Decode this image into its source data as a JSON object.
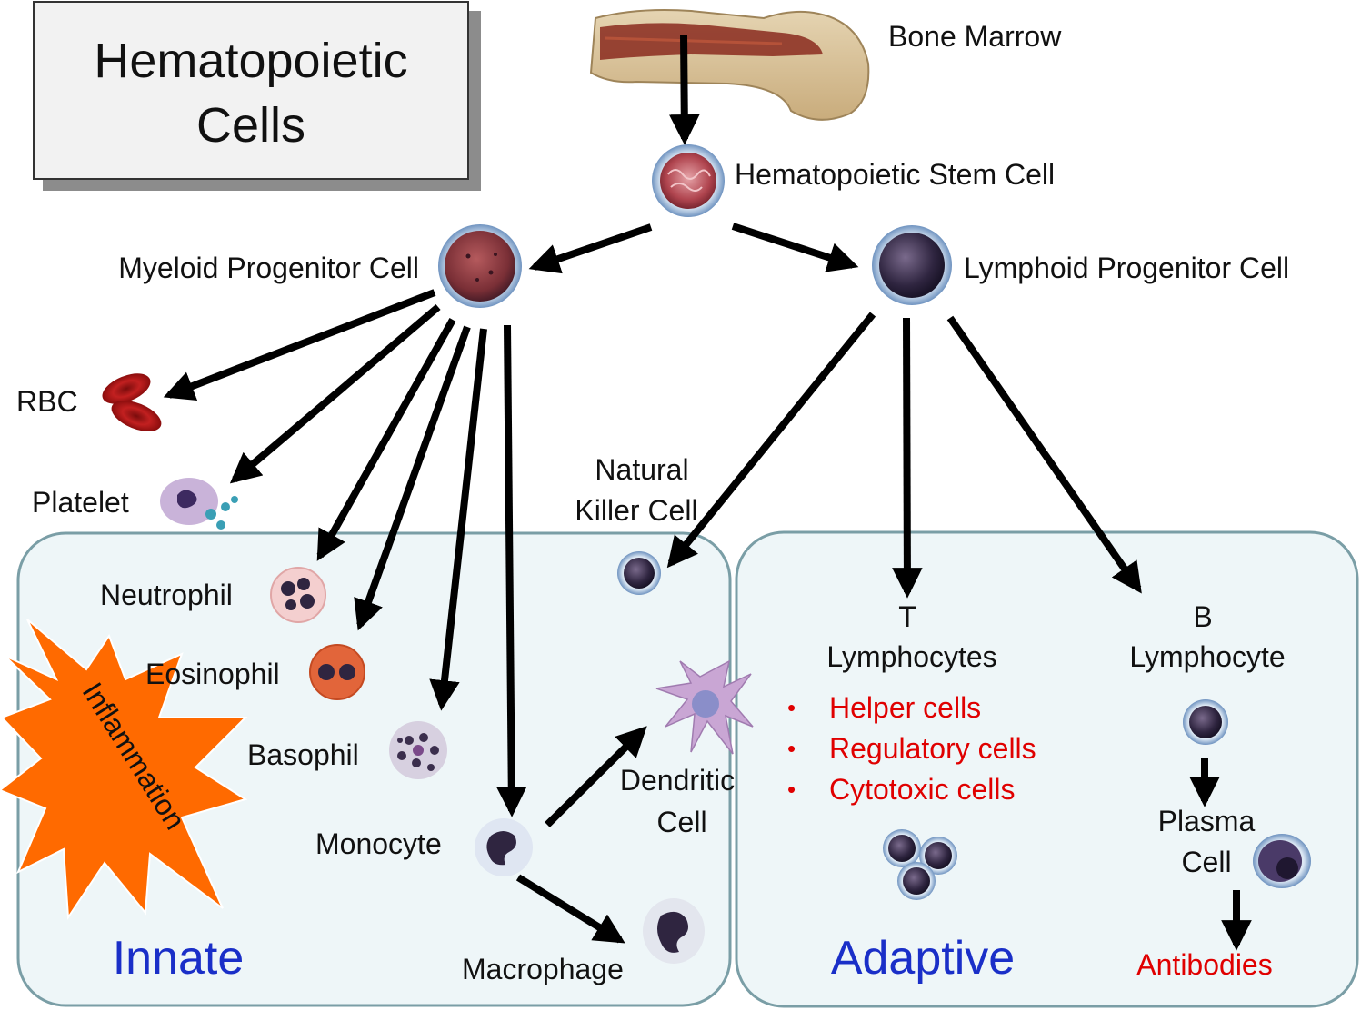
{
  "title": {
    "line1": "Hematopoietic",
    "line2": "Cells"
  },
  "sources": {
    "bone_marrow": "Bone Marrow",
    "stem_cell": "Hematopoietic Stem Cell",
    "myeloid": "Myeloid Progenitor  Cell",
    "lymphoid": "Lymphoid Progenitor Cell"
  },
  "myeloid_cells": {
    "rbc": "RBC",
    "platelet": "Platelet",
    "neutrophil": "Neutrophil",
    "eosinophil": "Eosinophil",
    "basophil": "Basophil",
    "monocyte": "Monocyte",
    "macrophage": "Macrophage",
    "dendritic_line1": "Dendritic",
    "dendritic_line2": "Cell"
  },
  "nk_cell": {
    "line1": "Natural",
    "line2": "Killer Cell"
  },
  "innate": {
    "label": "Innate",
    "starburst": "Inflammation"
  },
  "adaptive": {
    "label": "Adaptive",
    "t_line1": "T",
    "t_line2": "Lymphocytes",
    "t_subtypes": [
      "Helper cells",
      "Regulatory cells",
      "Cytotoxic cells"
    ],
    "b_line1": "B",
    "b_line2": "Lymphocyte",
    "plasma_line1": "Plasma",
    "plasma_line2": "Cell",
    "antibodies": "Antibodies"
  },
  "colors": {
    "panel_fill": "#eef6f8",
    "panel_stroke": "#7a9ea6",
    "section_label": "#1a2fc8",
    "highlight_red": "#e00000",
    "starburst": "#ff6a00"
  },
  "icons": {
    "bone": "bone-marrow-icon",
    "stem": "stem-cell-icon",
    "rbc": "red-blood-cell-icon",
    "platelet": "platelet-icon",
    "neutrophil": "neutrophil-icon",
    "eosinophil": "eosinophil-icon",
    "basophil": "basophil-icon",
    "monocyte": "monocyte-icon",
    "macrophage": "macrophage-icon",
    "dendritic": "dendritic-cell-icon",
    "nk": "nk-cell-icon",
    "t_cells": "t-lymphocyte-icon",
    "b_cell": "b-lymphocyte-icon",
    "plasma": "plasma-cell-icon"
  }
}
